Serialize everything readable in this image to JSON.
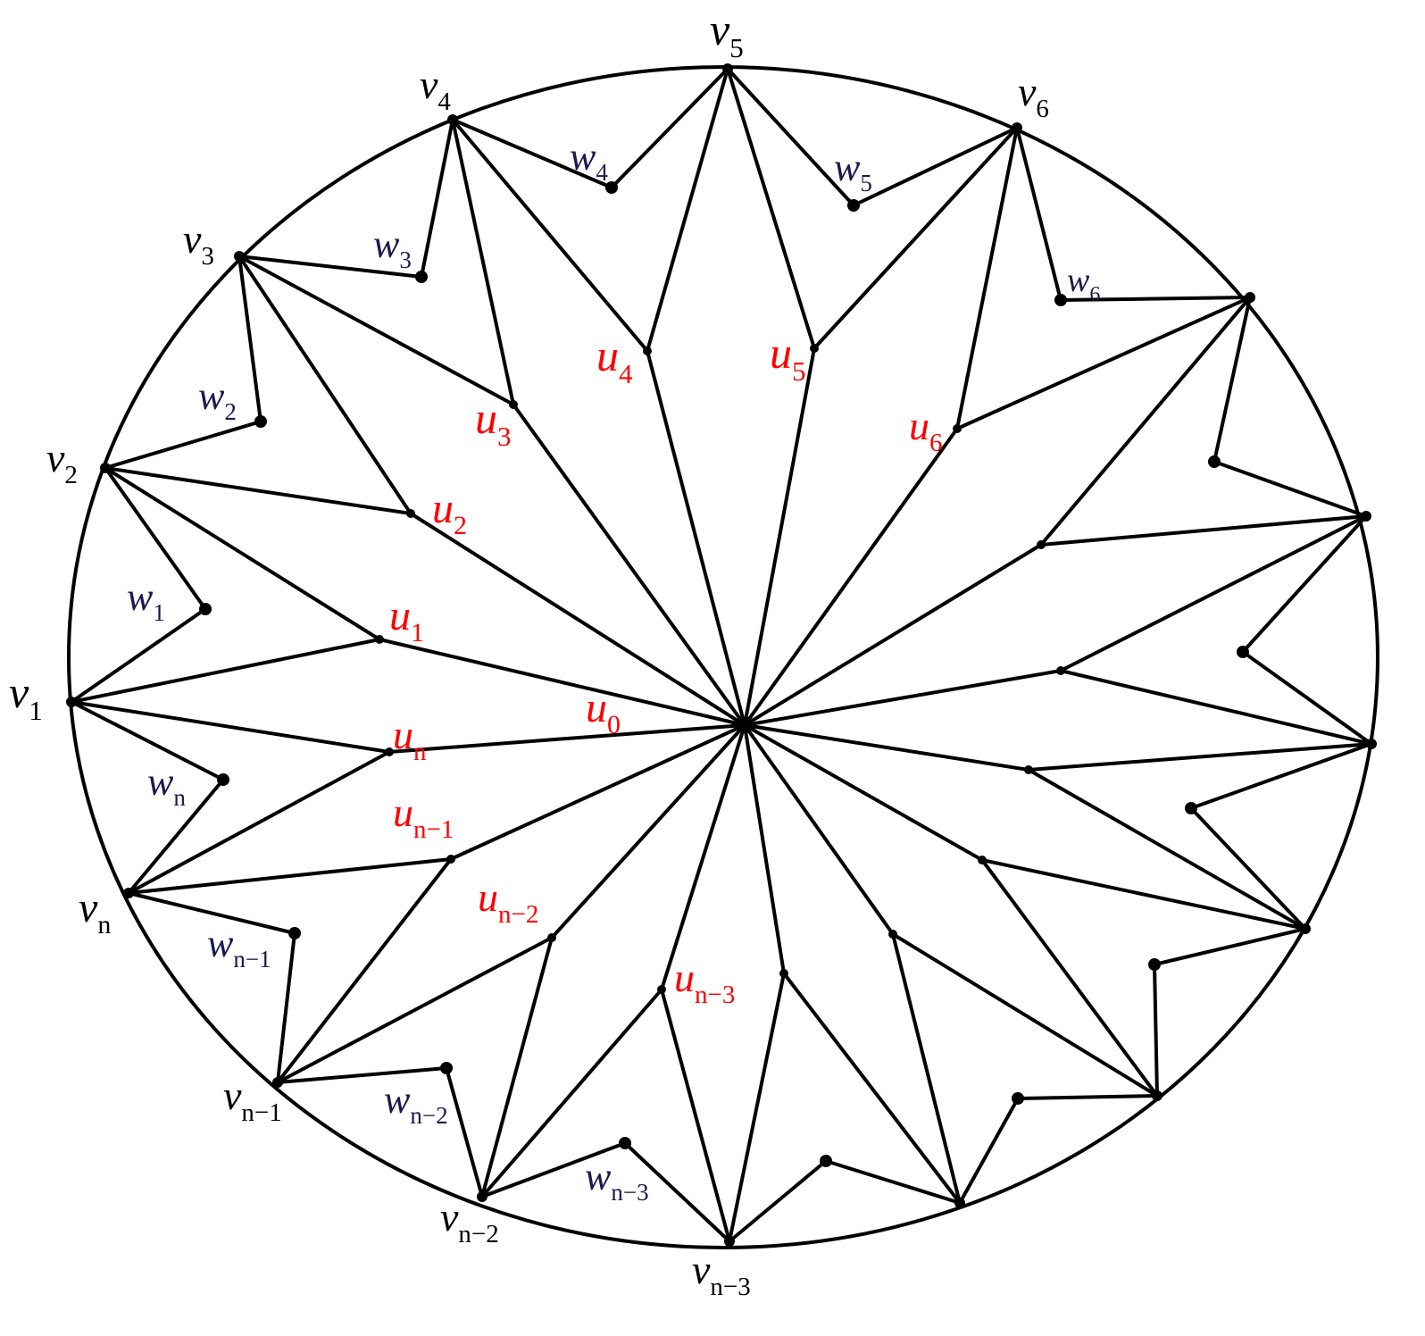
{
  "diagram": {
    "colors": {
      "v": "#000000",
      "w": "#1a1a4e",
      "u": "#ff0000",
      "edge": "#000000"
    },
    "labels": [
      {
        "id": "v5",
        "base": "v",
        "sub": "5",
        "kind": "v"
      },
      {
        "id": "v4",
        "base": "v",
        "sub": "4",
        "kind": "v"
      },
      {
        "id": "v6",
        "base": "v",
        "sub": "6",
        "kind": "v"
      },
      {
        "id": "v3",
        "base": "v",
        "sub": "3",
        "kind": "v"
      },
      {
        "id": "v2",
        "base": "v",
        "sub": "2",
        "kind": "v"
      },
      {
        "id": "v1",
        "base": "v",
        "sub": "1",
        "kind": "v"
      },
      {
        "id": "vn",
        "base": "v",
        "sub": "n",
        "kind": "v"
      },
      {
        "id": "vn1",
        "base": "v",
        "sub": "n−1",
        "kind": "v"
      },
      {
        "id": "vn2",
        "base": "v",
        "sub": "n−2",
        "kind": "v"
      },
      {
        "id": "vn3",
        "base": "v",
        "sub": "n−3",
        "kind": "v"
      },
      {
        "id": "w4",
        "base": "w",
        "sub": "4",
        "kind": "w"
      },
      {
        "id": "w5",
        "base": "w",
        "sub": "5",
        "kind": "w"
      },
      {
        "id": "w3",
        "base": "w",
        "sub": "3",
        "kind": "w"
      },
      {
        "id": "w6",
        "base": "w",
        "sub": "6",
        "kind": "w"
      },
      {
        "id": "w2",
        "base": "w",
        "sub": "2",
        "kind": "w"
      },
      {
        "id": "w1",
        "base": "w",
        "sub": "1",
        "kind": "w"
      },
      {
        "id": "wn",
        "base": "w",
        "sub": "n",
        "kind": "w"
      },
      {
        "id": "wn1",
        "base": "w",
        "sub": "n−1",
        "kind": "w"
      },
      {
        "id": "wn2",
        "base": "w",
        "sub": "n−2",
        "kind": "w"
      },
      {
        "id": "wn3",
        "base": "w",
        "sub": "n−3",
        "kind": "w"
      },
      {
        "id": "u4",
        "base": "u",
        "sub": "4",
        "kind": "u"
      },
      {
        "id": "u5",
        "base": "u",
        "sub": "5",
        "kind": "u"
      },
      {
        "id": "u3",
        "base": "u",
        "sub": "3",
        "kind": "u"
      },
      {
        "id": "u6",
        "base": "u",
        "sub": "6",
        "kind": "u"
      },
      {
        "id": "u2",
        "base": "u",
        "sub": "2",
        "kind": "u"
      },
      {
        "id": "u1",
        "base": "u",
        "sub": "1",
        "kind": "u"
      },
      {
        "id": "u0",
        "base": "u",
        "sub": "0",
        "kind": "u"
      },
      {
        "id": "un",
        "base": "u",
        "sub": "n",
        "kind": "u"
      },
      {
        "id": "un1",
        "base": "u",
        "sub": "n−1",
        "kind": "u"
      },
      {
        "id": "un2",
        "base": "u",
        "sub": "n−2",
        "kind": "u"
      },
      {
        "id": "un3",
        "base": "u",
        "sub": "n−3",
        "kind": "u"
      }
    ]
  }
}
